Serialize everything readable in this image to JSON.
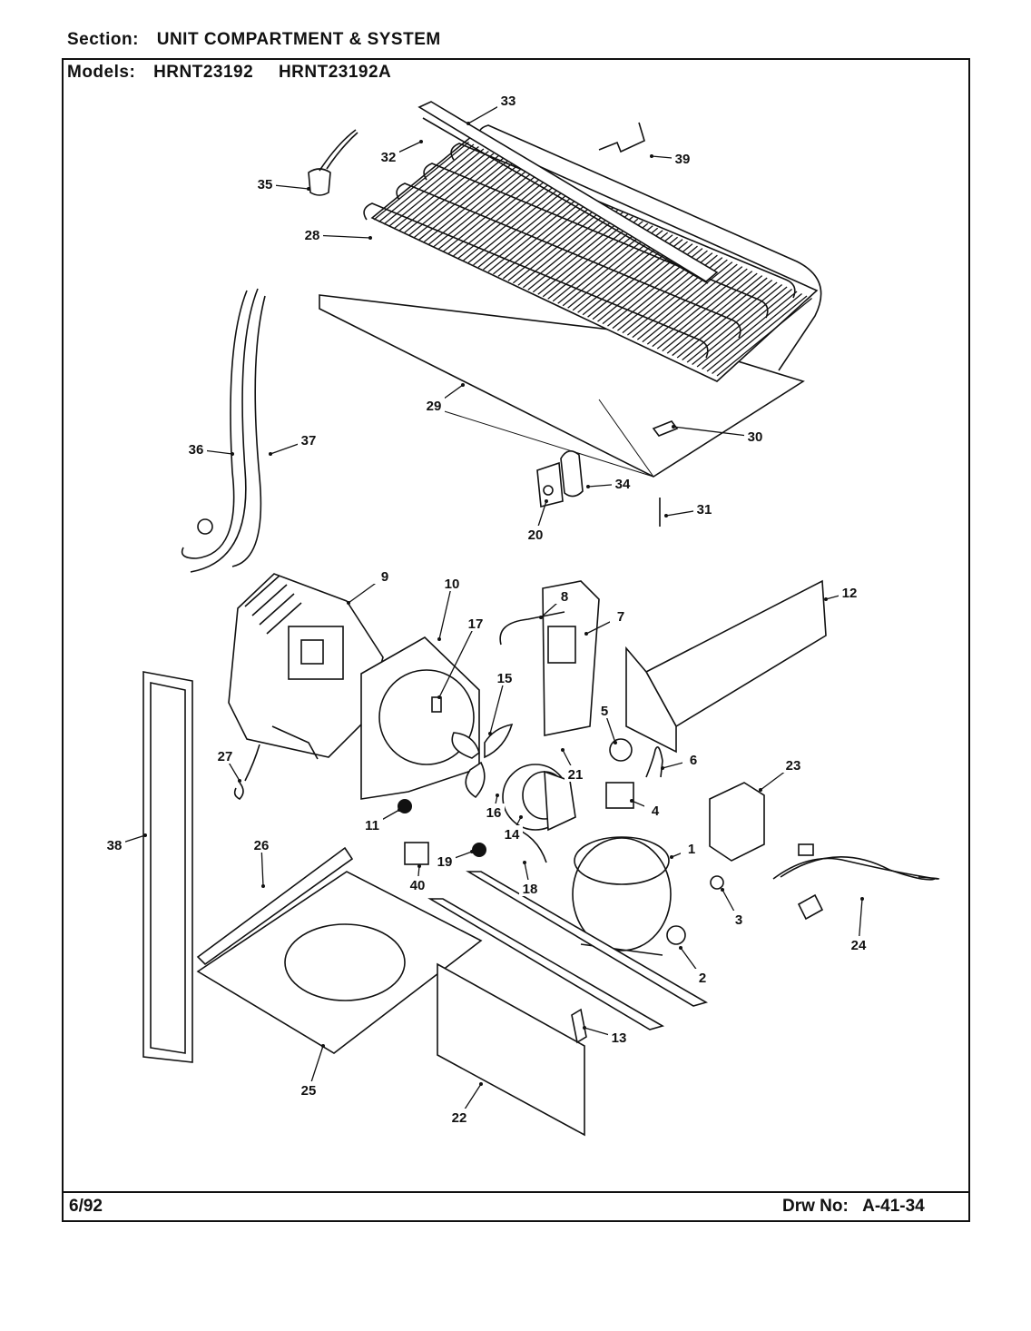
{
  "header": {
    "section_label": "Section:",
    "section_value": "UNIT COMPARTMENT & SYSTEM",
    "models_label": "Models:",
    "model_1": "HRNT23192",
    "model_2": "HRNT23192A"
  },
  "footer": {
    "date": "6/92",
    "drawing_label": "Drw No:",
    "drawing_number": "A-41-34"
  },
  "callouts": [
    "1",
    "2",
    "3",
    "4",
    "5",
    "6",
    "7",
    "8",
    "9",
    "10",
    "11",
    "12",
    "13",
    "14",
    "15",
    "16",
    "17",
    "18",
    "19",
    "20",
    "21",
    "22",
    "23",
    "24",
    "25",
    "26",
    "27",
    "28",
    "29",
    "30",
    "31",
    "32",
    "33",
    "34",
    "35",
    "36",
    "37",
    "38",
    "39",
    "40"
  ]
}
